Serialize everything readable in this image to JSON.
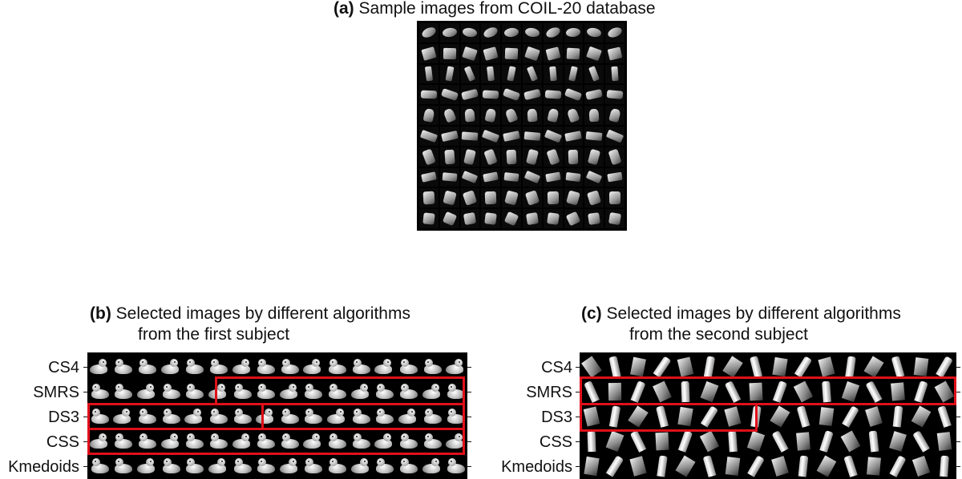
{
  "captions": {
    "a": {
      "tag": "(a)",
      "line1": "Sample images from COIL-20 database"
    },
    "b": {
      "tag": "(b)",
      "line1": "Selected images by different algorithms",
      "line2": "from the first subject"
    },
    "c": {
      "tag": "(c)",
      "line1": "Selected images by different algorithms",
      "line2": "from the second subject"
    }
  },
  "row_labels": [
    "CS4",
    "SMRS",
    "DS3",
    "CSS",
    "Kmedoids"
  ],
  "highlight_color": "#e0101a",
  "subjects": {
    "first": "duck-object",
    "second": "block-object"
  }
}
